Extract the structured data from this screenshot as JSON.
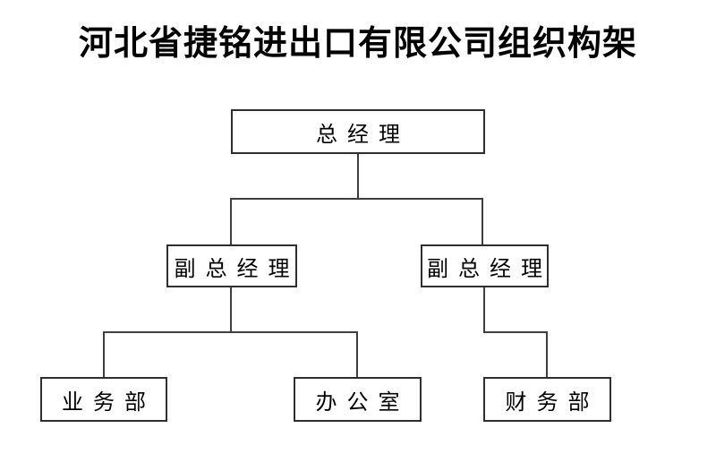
{
  "title": "河北省捷铭进出口有限公司组织构架",
  "org_chart": {
    "root": {
      "label": "总经理"
    },
    "deputies": [
      {
        "label": "副总经理"
      },
      {
        "label": "副总经理"
      }
    ],
    "departments": [
      {
        "label": "业务部"
      },
      {
        "label": "办公室"
      },
      {
        "label": "财务部"
      }
    ],
    "colors": {
      "background": "#ffffff",
      "box_border": "#2f2f2f",
      "connector_line": "#3f3f3f",
      "text": "#000000"
    }
  }
}
